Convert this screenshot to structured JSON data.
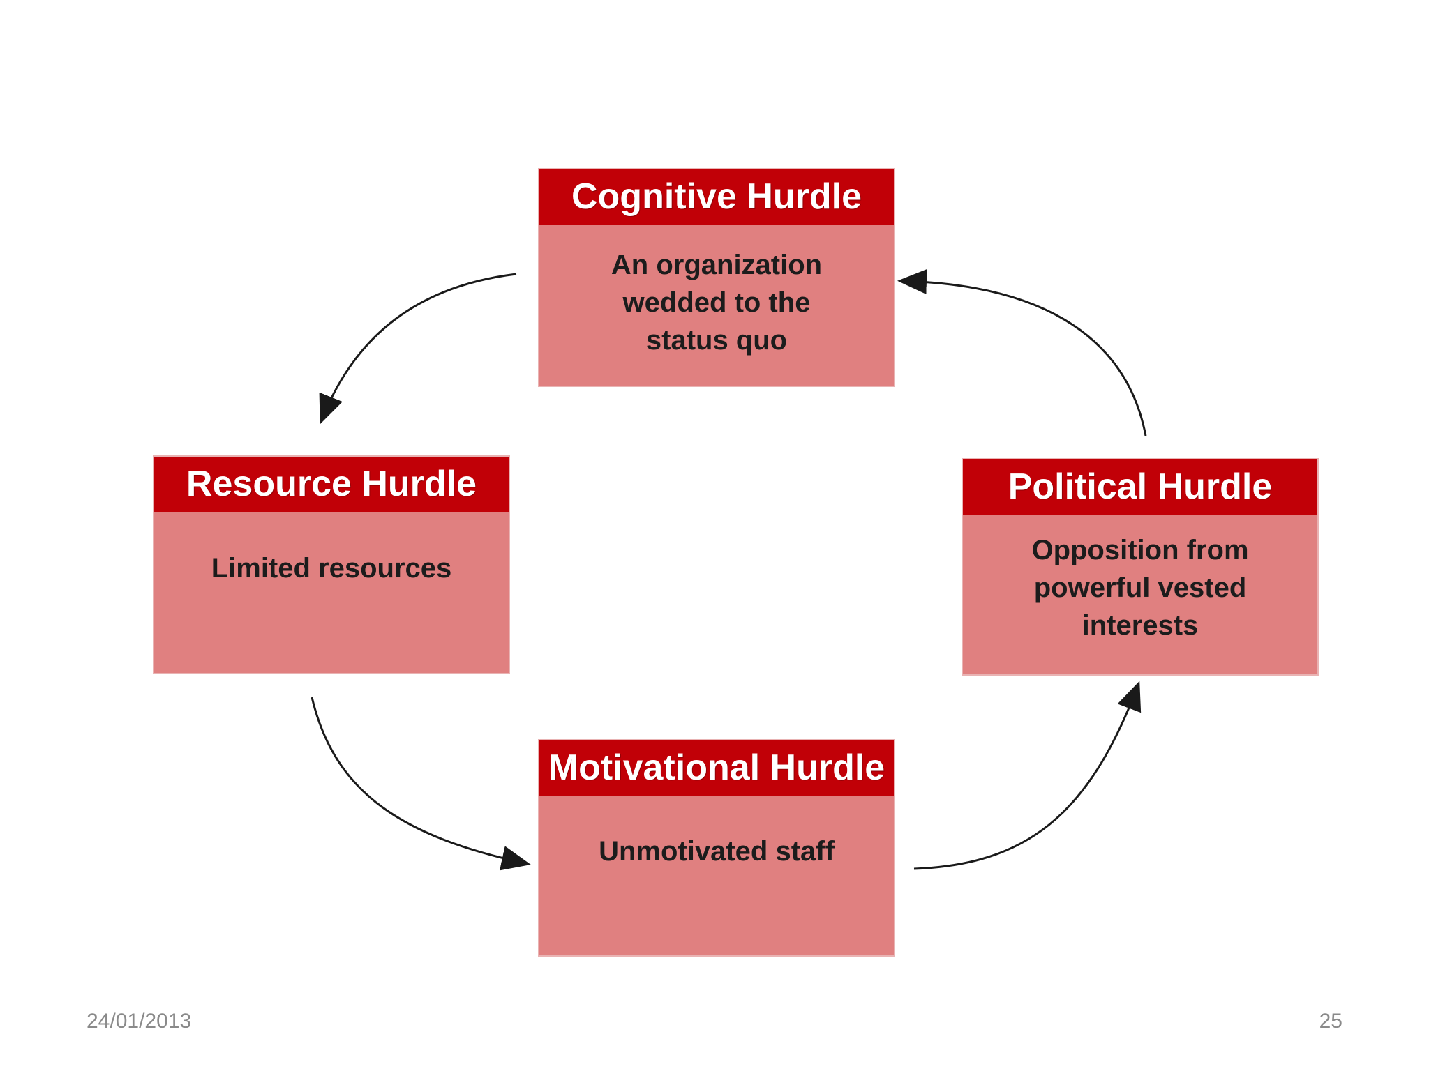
{
  "hurdles": {
    "cognitive": {
      "title": "Cognitive Hurdle",
      "description": "An organization\nwedded to the\nstatus quo"
    },
    "resource": {
      "title": "Resource Hurdle",
      "description": "Limited resources"
    },
    "political": {
      "title": "Political Hurdle",
      "description": "Opposition from\npowerful vested\ninterests"
    },
    "motivational": {
      "title": "Motivational Hurdle",
      "description": "Unmotivated staff"
    }
  },
  "colors": {
    "title_bar": "#c10007",
    "box_fill": "#e08080",
    "arrow": "#1a1a1a",
    "footer_text": "#8a8a8a"
  },
  "footer": {
    "date": "24/01/2013",
    "page_number": "25"
  }
}
